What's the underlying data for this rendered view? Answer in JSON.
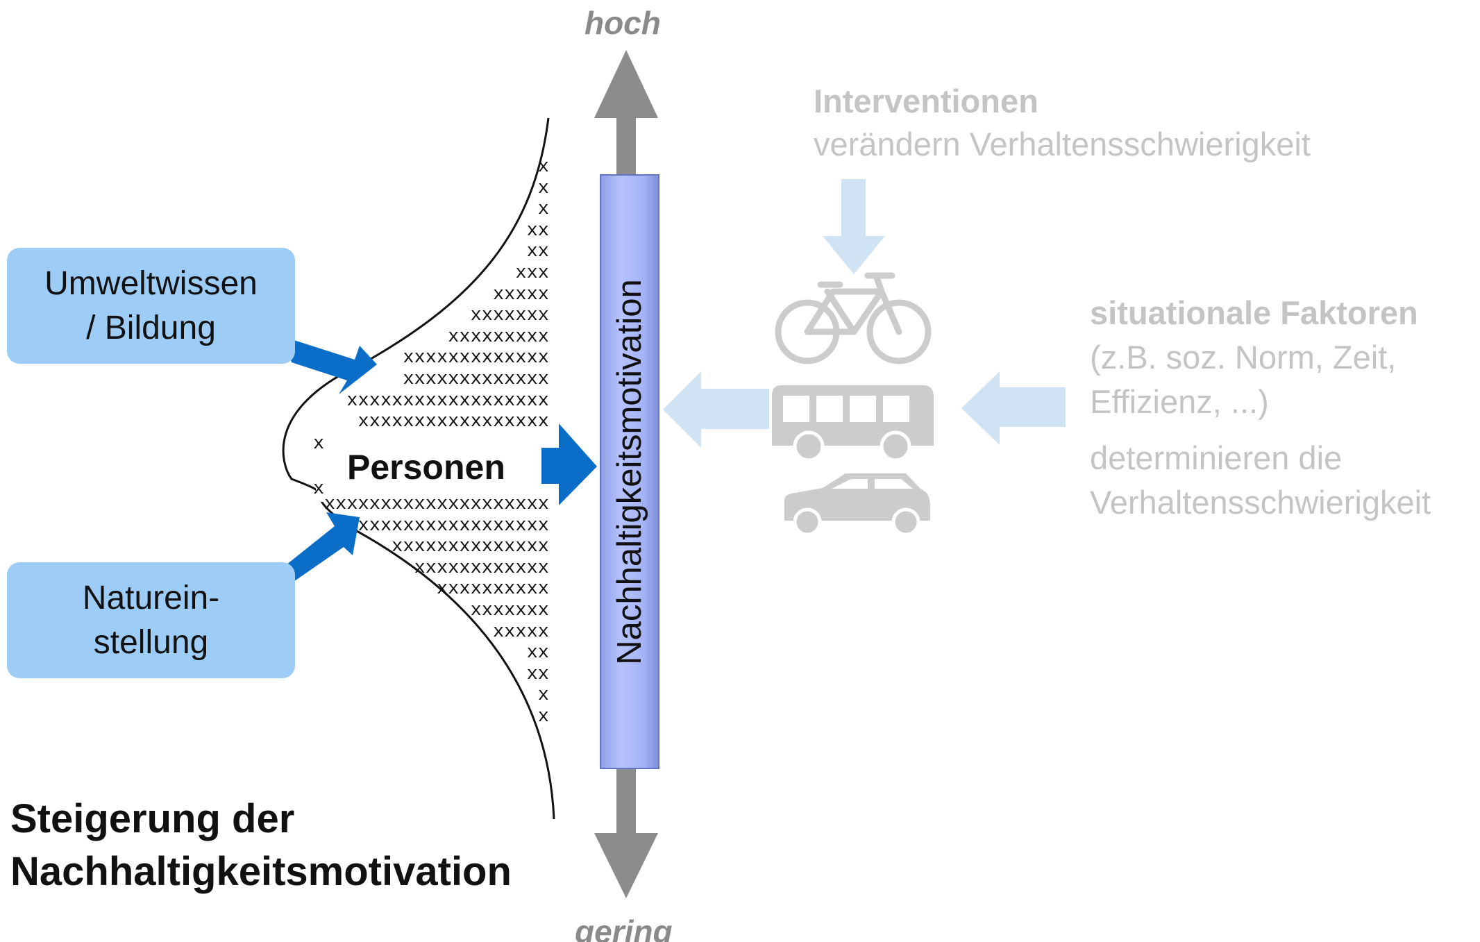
{
  "axis": {
    "top_label": "hoch",
    "bottom_label": "gering",
    "bar_label": "Nachhaltigkeitsmotivation"
  },
  "boxes": {
    "knowledge": {
      "line1": "Umweltwissen",
      "line2": "/ Bildung"
    },
    "nature": {
      "line1": "Naturein-",
      "line2": "stellung"
    }
  },
  "distribution": {
    "center_label": "Personen",
    "upper_rows": [
      "x",
      "x",
      "x",
      "xx",
      "xx",
      "xxx",
      "xxxxx",
      "xxxxxxx",
      "xxxxxxxxx",
      "xxxxxxxxxxxxx",
      "xxxxxxxxxxxxx",
      "xxxxxxxxxxxxxxxxxx",
      "xxxxxxxxxxxxxxxxx"
    ],
    "lower_rows": [
      "xxxxxxxxxxxxxxxxxxxx",
      "xxxxxxxxxxxxxxxxx",
      "xxxxxxxxxxxxxx",
      "xxxxxxxxxxxx",
      "xxxxxxxxxx",
      "xxxxxxx",
      "xxxxx",
      "xx",
      "xx",
      "x",
      "x"
    ]
  },
  "caption": {
    "line1": "Steigerung der",
    "line2": "Nachhaltigkeitsmotivation"
  },
  "interventions": {
    "title": "Interventionen",
    "subtitle": "verändern Verhaltensschwierigkeit"
  },
  "situational": {
    "title": "situationale Faktoren",
    "line2": "(z.B. soz. Norm, Zeit,",
    "line3": "Effizienz, ...)",
    "line4": "determinieren die",
    "line5": "Verhaltensschwierigkeit"
  },
  "icons": [
    "bicycle-icon",
    "bus-icon",
    "car-icon"
  ],
  "colors": {
    "box_fill": "#9dcdf7",
    "arrow_blue": "#0a6ec8",
    "pale_arrow": "#cfe3f4",
    "axis_grey": "#8c8c8c",
    "bar_fill": "#a9b8f8",
    "faded_text": "#c4c4c4",
    "icon_grey": "#cccccc"
  }
}
